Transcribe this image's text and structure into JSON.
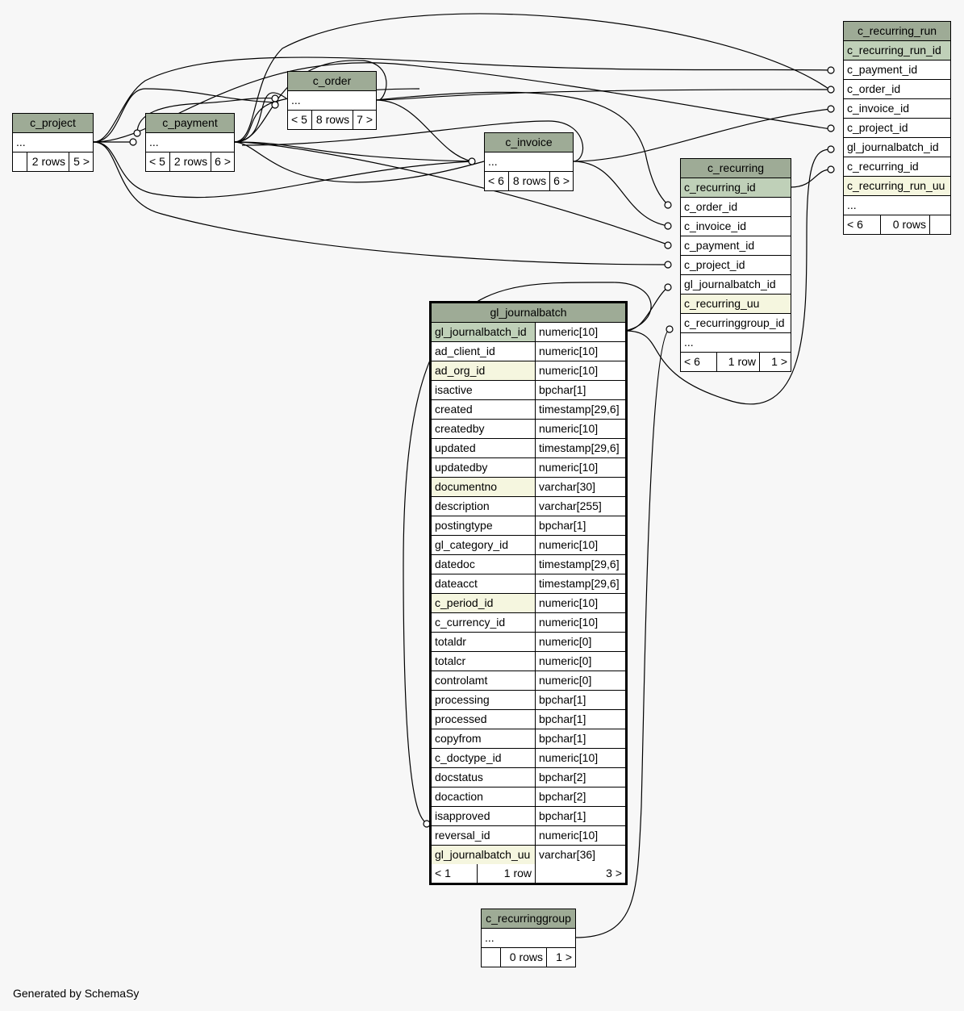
{
  "tables": {
    "c_project": {
      "name": "c_project",
      "rows": [
        "..."
      ],
      "footer": [
        "",
        "2 rows",
        "5 >"
      ]
    },
    "c_payment": {
      "name": "c_payment",
      "rows": [
        "..."
      ],
      "footer": [
        "< 5",
        "2 rows",
        "6 >"
      ]
    },
    "c_order": {
      "name": "c_order",
      "rows": [
        "..."
      ],
      "footer": [
        "< 5",
        "8 rows",
        "7 >"
      ]
    },
    "c_invoice": {
      "name": "c_invoice",
      "rows": [
        "..."
      ],
      "footer": [
        "< 6",
        "8 rows",
        "6 >"
      ]
    },
    "c_recurring": {
      "name": "c_recurring",
      "rows": [
        "c_recurring_id",
        "c_order_id",
        "c_invoice_id",
        "c_payment_id",
        "c_project_id",
        "gl_journalbatch_id",
        "c_recurring_uu",
        "c_recurringgroup_id",
        "..."
      ],
      "footer": [
        "< 6",
        "1 row",
        "1 >"
      ]
    },
    "c_recurring_run": {
      "name": "c_recurring_run",
      "rows": [
        "c_recurring_run_id",
        "c_payment_id",
        "c_order_id",
        "c_invoice_id",
        "c_project_id",
        "gl_journalbatch_id",
        "c_recurring_id",
        "c_recurring_run_uu",
        "..."
      ],
      "footer": [
        "< 6",
        "0 rows",
        ""
      ]
    },
    "c_recurringgroup": {
      "name": "c_recurringgroup",
      "rows": [
        "..."
      ],
      "footer": [
        "",
        "0 rows",
        "1 >"
      ]
    },
    "gl_journalbatch": {
      "name": "gl_journalbatch",
      "columns": [
        [
          "gl_journalbatch_id",
          "numeric[10]"
        ],
        [
          "ad_client_id",
          "numeric[10]"
        ],
        [
          "ad_org_id",
          "numeric[10]"
        ],
        [
          "isactive",
          "bpchar[1]"
        ],
        [
          "created",
          "timestamp[29,6]"
        ],
        [
          "createdby",
          "numeric[10]"
        ],
        [
          "updated",
          "timestamp[29,6]"
        ],
        [
          "updatedby",
          "numeric[10]"
        ],
        [
          "documentno",
          "varchar[30]"
        ],
        [
          "description",
          "varchar[255]"
        ],
        [
          "postingtype",
          "bpchar[1]"
        ],
        [
          "gl_category_id",
          "numeric[10]"
        ],
        [
          "datedoc",
          "timestamp[29,6]"
        ],
        [
          "dateacct",
          "timestamp[29,6]"
        ],
        [
          "c_period_id",
          "numeric[10]"
        ],
        [
          "c_currency_id",
          "numeric[10]"
        ],
        [
          "totaldr",
          "numeric[0]"
        ],
        [
          "totalcr",
          "numeric[0]"
        ],
        [
          "controlamt",
          "numeric[0]"
        ],
        [
          "processing",
          "bpchar[1]"
        ],
        [
          "processed",
          "bpchar[1]"
        ],
        [
          "copyfrom",
          "bpchar[1]"
        ],
        [
          "c_doctype_id",
          "numeric[10]"
        ],
        [
          "docstatus",
          "bpchar[2]"
        ],
        [
          "docaction",
          "bpchar[2]"
        ],
        [
          "isapproved",
          "bpchar[1]"
        ],
        [
          "reversal_id",
          "numeric[10]"
        ],
        [
          "gl_journalbatch_uu",
          "varchar[36]"
        ]
      ],
      "footer": [
        "< 1",
        "1 row",
        "3 >"
      ]
    }
  },
  "colors": {
    "header": "#9eab96",
    "primary_key": "#bfd0b8",
    "indexed": "#f5f6df",
    "background": "#f7f7f7"
  },
  "footer_text": "Generated by SchemaSy"
}
